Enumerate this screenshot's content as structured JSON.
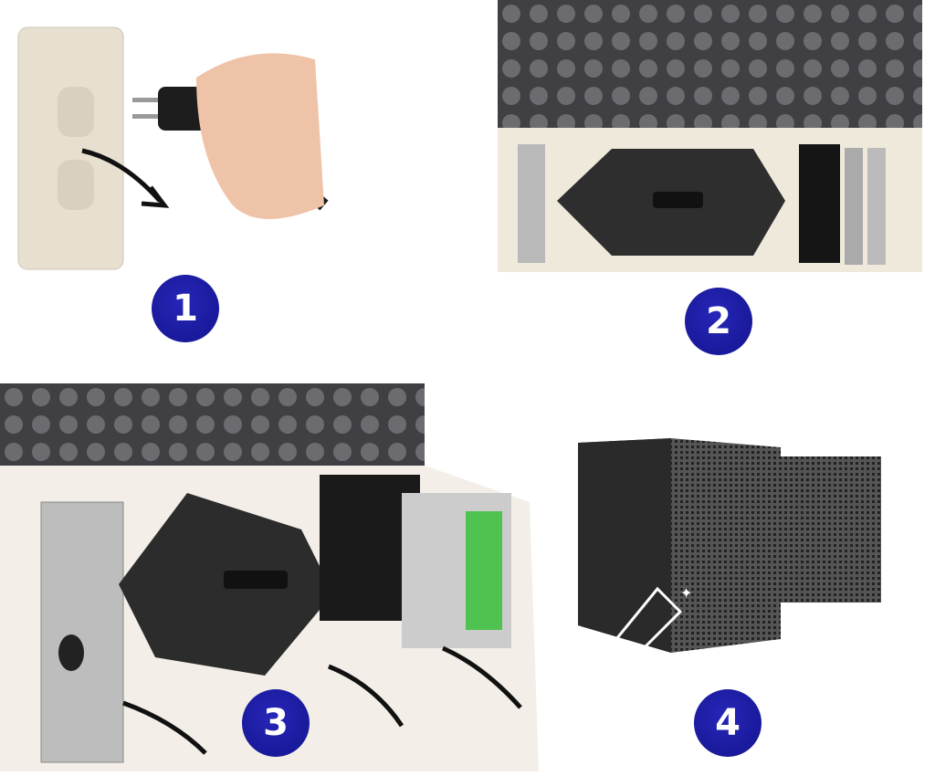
{
  "steps": [
    {
      "number": "1",
      "icon": "unplug-photo"
    },
    {
      "number": "2",
      "icon": "filter-panel-photo"
    },
    {
      "number": "3",
      "icon": "remove-filters-photo"
    },
    {
      "number": "4",
      "icon": "clean-filters-photo"
    }
  ],
  "colors": {
    "badge": "#1a1aa0",
    "foam": "#4a4a4f",
    "panel": "#efe9dc"
  }
}
